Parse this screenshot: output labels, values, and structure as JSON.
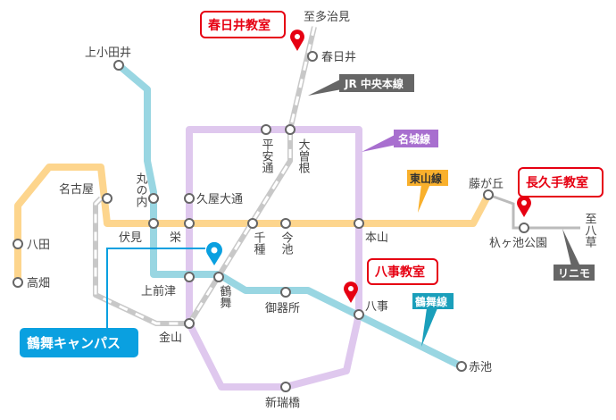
{
  "colors": {
    "higashiyama": "#fdd58d",
    "meijo": "#dfc8ee",
    "tsurumai": "#99d6e2",
    "jr": "#c8c8c8",
    "linimo": "#bbbbbb",
    "school_red": "#e60012",
    "campus_blue": "#0aa0e0"
  },
  "stations": {
    "kamiotai": "上小田井",
    "nagoya": "名古屋",
    "marunouchi": "丸の内",
    "hisaya_odori": "久屋大通",
    "heian_dori": "平安通",
    "ozone": "大曽根",
    "kasugai": "春日井",
    "fushimi": "伏見",
    "sakae": "栄",
    "chikusa": "千種",
    "imaike": "今池",
    "motoyama": "本山",
    "fujigaoka": "藤が丘",
    "hayashiike": "杁ヶ池公園",
    "hatta": "八田",
    "takabata": "高畑",
    "kamimaezu": "上前津",
    "tsurumai": "鶴舞",
    "gokiso": "御器所",
    "kanayama": "金山",
    "aratamabashi": "新瑞橋",
    "yagoto": "八事",
    "akaike": "赤池"
  },
  "directions": {
    "tajimi": "至多治見",
    "yakusa": "至八草"
  },
  "line_tags": {
    "jr": "JR 中央本線",
    "meijo": "名城線",
    "higashiyama": "東山線",
    "tsurumai": "鶴舞線",
    "linimo": "リニモ"
  },
  "schools": {
    "kasugai": "春日井教室",
    "nagakute": "長久手教室",
    "yagoto": "八事教室"
  },
  "campus": "鶴舞キャンパス"
}
